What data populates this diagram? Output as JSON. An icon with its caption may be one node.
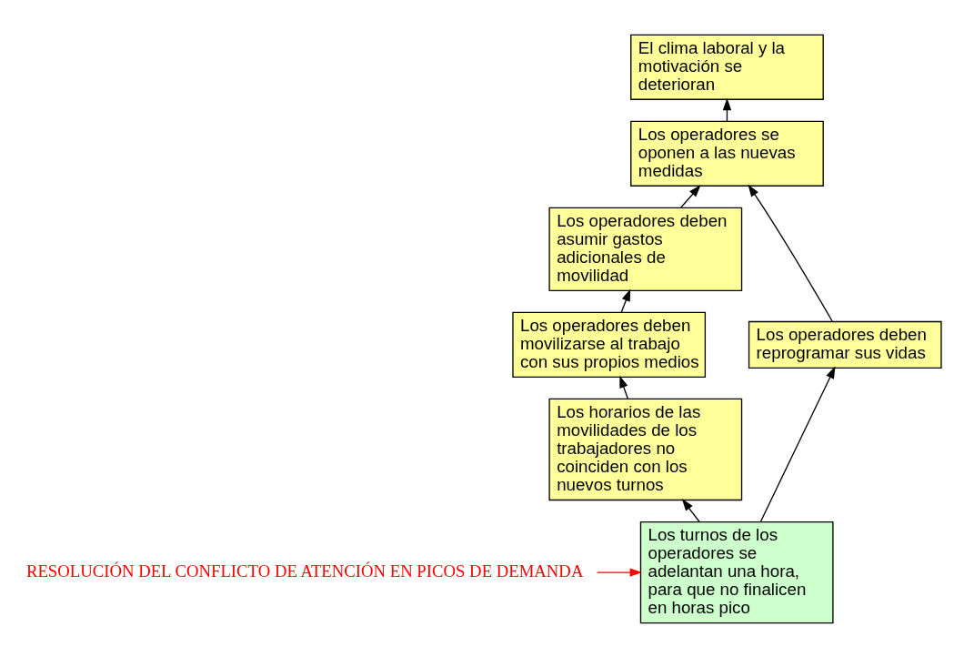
{
  "diagram": {
    "nodes": [
      {
        "text": [
          "El clima laboral y la motivación se deterioran"
        ]
      },
      {
        "text": [
          "Los operadores se oponen a las nuevas medidas"
        ]
      },
      {
        "text": [
          "Los operadores deben asumir gastos adicionales de movilidad"
        ]
      },
      {
        "text": [
          "Los operadores deben movilizarse al trabajo con sus propios medios"
        ]
      },
      {
        "text": [
          "Los horarios de las movilidades de los trabajadores no coinciden con los nuevos turnos"
        ]
      },
      {
        "text": [
          "Los operadores deben reprogramar sus vidas"
        ]
      },
      {
        "text": [
          "Los turnos de los operadores se adelantan una hora, para que no finalicen en horas pico"
        ]
      },
      {
        "text": [
          "RESOLUCIÓN DEL CONFLICTO DE ATENCIÓN EN PICOS DE DEMANDA"
        ]
      }
    ],
    "edges": [
      {
        "from": 1,
        "to": 0,
        "arrow": "to"
      },
      {
        "from": 2,
        "to": 1,
        "arrow": "to"
      },
      {
        "from": 3,
        "to": 2,
        "arrow": "to"
      },
      {
        "from": 4,
        "to": 3,
        "arrow": "to"
      },
      {
        "from": 5,
        "to": 1,
        "arrow": "to"
      },
      {
        "from": 6,
        "to": 4,
        "arrow": "to"
      },
      {
        "from": 6,
        "to": 5,
        "arrow": "to"
      },
      {
        "from": 7,
        "to": 6,
        "arrow": "to",
        "color": "#ff0000"
      }
    ]
  }
}
